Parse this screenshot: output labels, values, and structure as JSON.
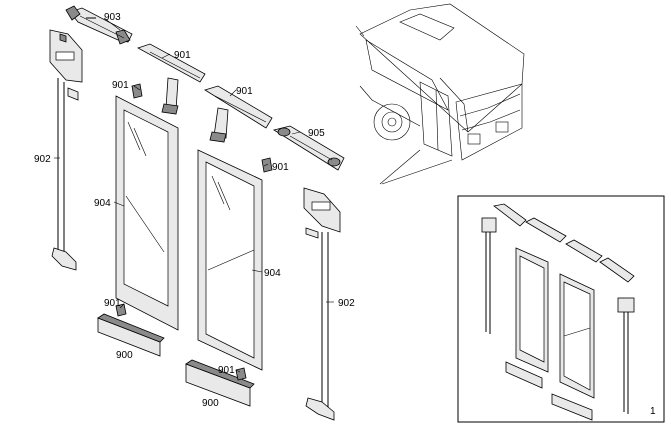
{
  "callouts": {
    "c903": "903",
    "c901a": "901",
    "c901b": "901",
    "c901c": "901",
    "c901d": "901",
    "c901e": "901",
    "c901f": "901",
    "c905": "905",
    "c902a": "902",
    "c902b": "902",
    "c904a": "904",
    "c904b": "904",
    "c900a": "900",
    "c900b": "900"
  },
  "inset": {
    "label": "1"
  }
}
